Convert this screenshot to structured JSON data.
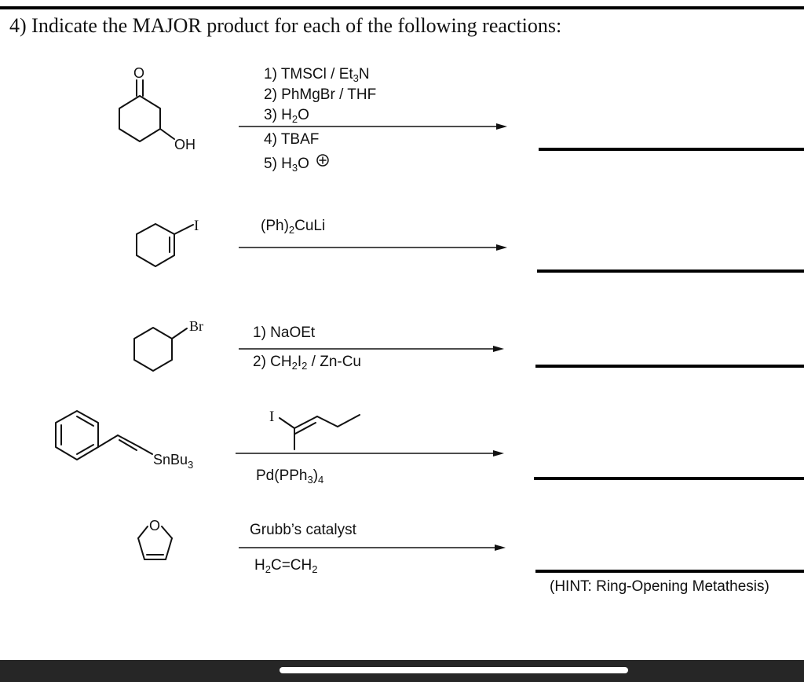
{
  "question": "4) Indicate the MAJOR product for each of the following reactions:",
  "reactions": [
    {
      "reactant_labels": {
        "carbonyl_o": "O",
        "hydroxyl": "OH"
      },
      "conditions": [
        {
          "pre": "1) TMSCl / Et",
          "sub": "3",
          "post": "N"
        },
        {
          "pre": "2) PhMgBr / THF",
          "sub": "",
          "post": ""
        },
        {
          "pre": "3) H",
          "sub": "2",
          "post": "O"
        },
        {
          "pre": "4) TBAF",
          "sub": "",
          "post": ""
        },
        {
          "pre": "5) H",
          "sub": "3",
          "post": "O"
        }
      ],
      "charge_symbol": "+"
    },
    {
      "reactant_labels": {
        "halogen": "I"
      },
      "conditions": [
        {
          "pre": "(Ph)",
          "sub": "2",
          "post": "CuLi"
        }
      ]
    },
    {
      "reactant_labels": {
        "halogen": "Br"
      },
      "conditions": [
        {
          "pre": "1) NaOEt",
          "sub": "",
          "post": ""
        },
        {
          "pre": "2) CH",
          "sub": "2",
          "mid": "I",
          "sub2": "2",
          "post": " / Zn-Cu"
        }
      ]
    },
    {
      "reactant_labels": {
        "stannane_pre": "SnBu",
        "stannane_sub": "3",
        "vinyl_iodide": "I"
      },
      "conditions": [
        {
          "pre": "Pd(PPh",
          "sub": "3",
          "post": ")",
          "sub2": "4"
        }
      ]
    },
    {
      "reactant_labels": {
        "ring_o": "O"
      },
      "conditions": [
        {
          "pre": "Grubb’s catalyst",
          "sub": "",
          "post": ""
        },
        {
          "pre": "H",
          "sub": "2",
          "post": "C=CH",
          "sub2": "2"
        }
      ]
    }
  ],
  "hint": "(HINT: Ring-Opening Metathesis)"
}
